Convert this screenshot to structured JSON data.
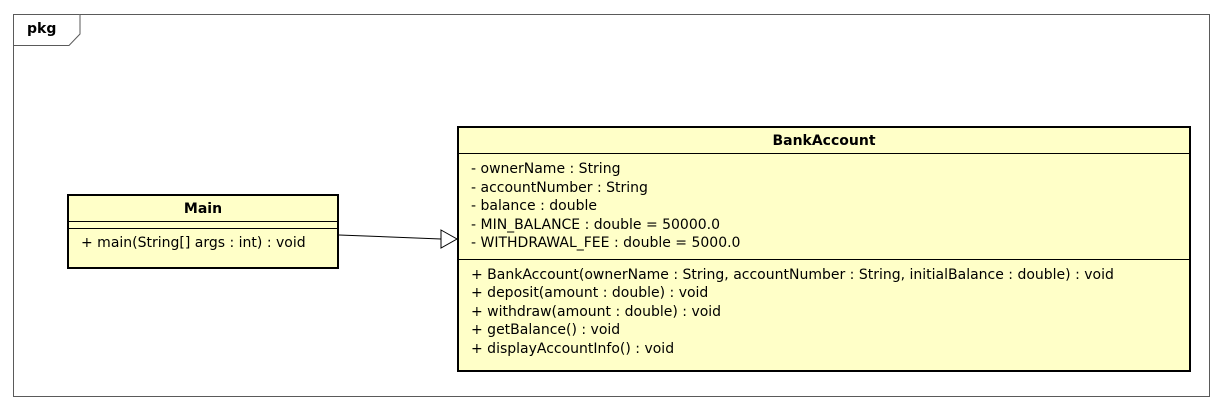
{
  "package": {
    "label": "pkg"
  },
  "classes": {
    "main": {
      "name": "Main",
      "attributes": [],
      "operations": [
        "+ main(String[] args : int) : void"
      ]
    },
    "bank_account": {
      "name": "BankAccount",
      "attributes": [
        "- ownerName : String",
        "- accountNumber : String",
        "- balance : double",
        "- MIN_BALANCE : double = 50000.0",
        "- WITHDRAWAL_FEE : double = 5000.0"
      ],
      "operations": [
        "+ BankAccount(ownerName : String, accountNumber : String, initialBalance : double) : void",
        "+ deposit(amount : double) : void",
        "+ withdraw(amount : double) : void",
        "+ getBalance() : void",
        "+ displayAccountInfo() : void"
      ]
    }
  },
  "relationships": [
    {
      "type": "generalization",
      "from": "Main",
      "to": "BankAccount"
    }
  ],
  "colors": {
    "class_fill": "#ffffc8",
    "stroke": "#000000",
    "frame": "#5a5a5a"
  }
}
